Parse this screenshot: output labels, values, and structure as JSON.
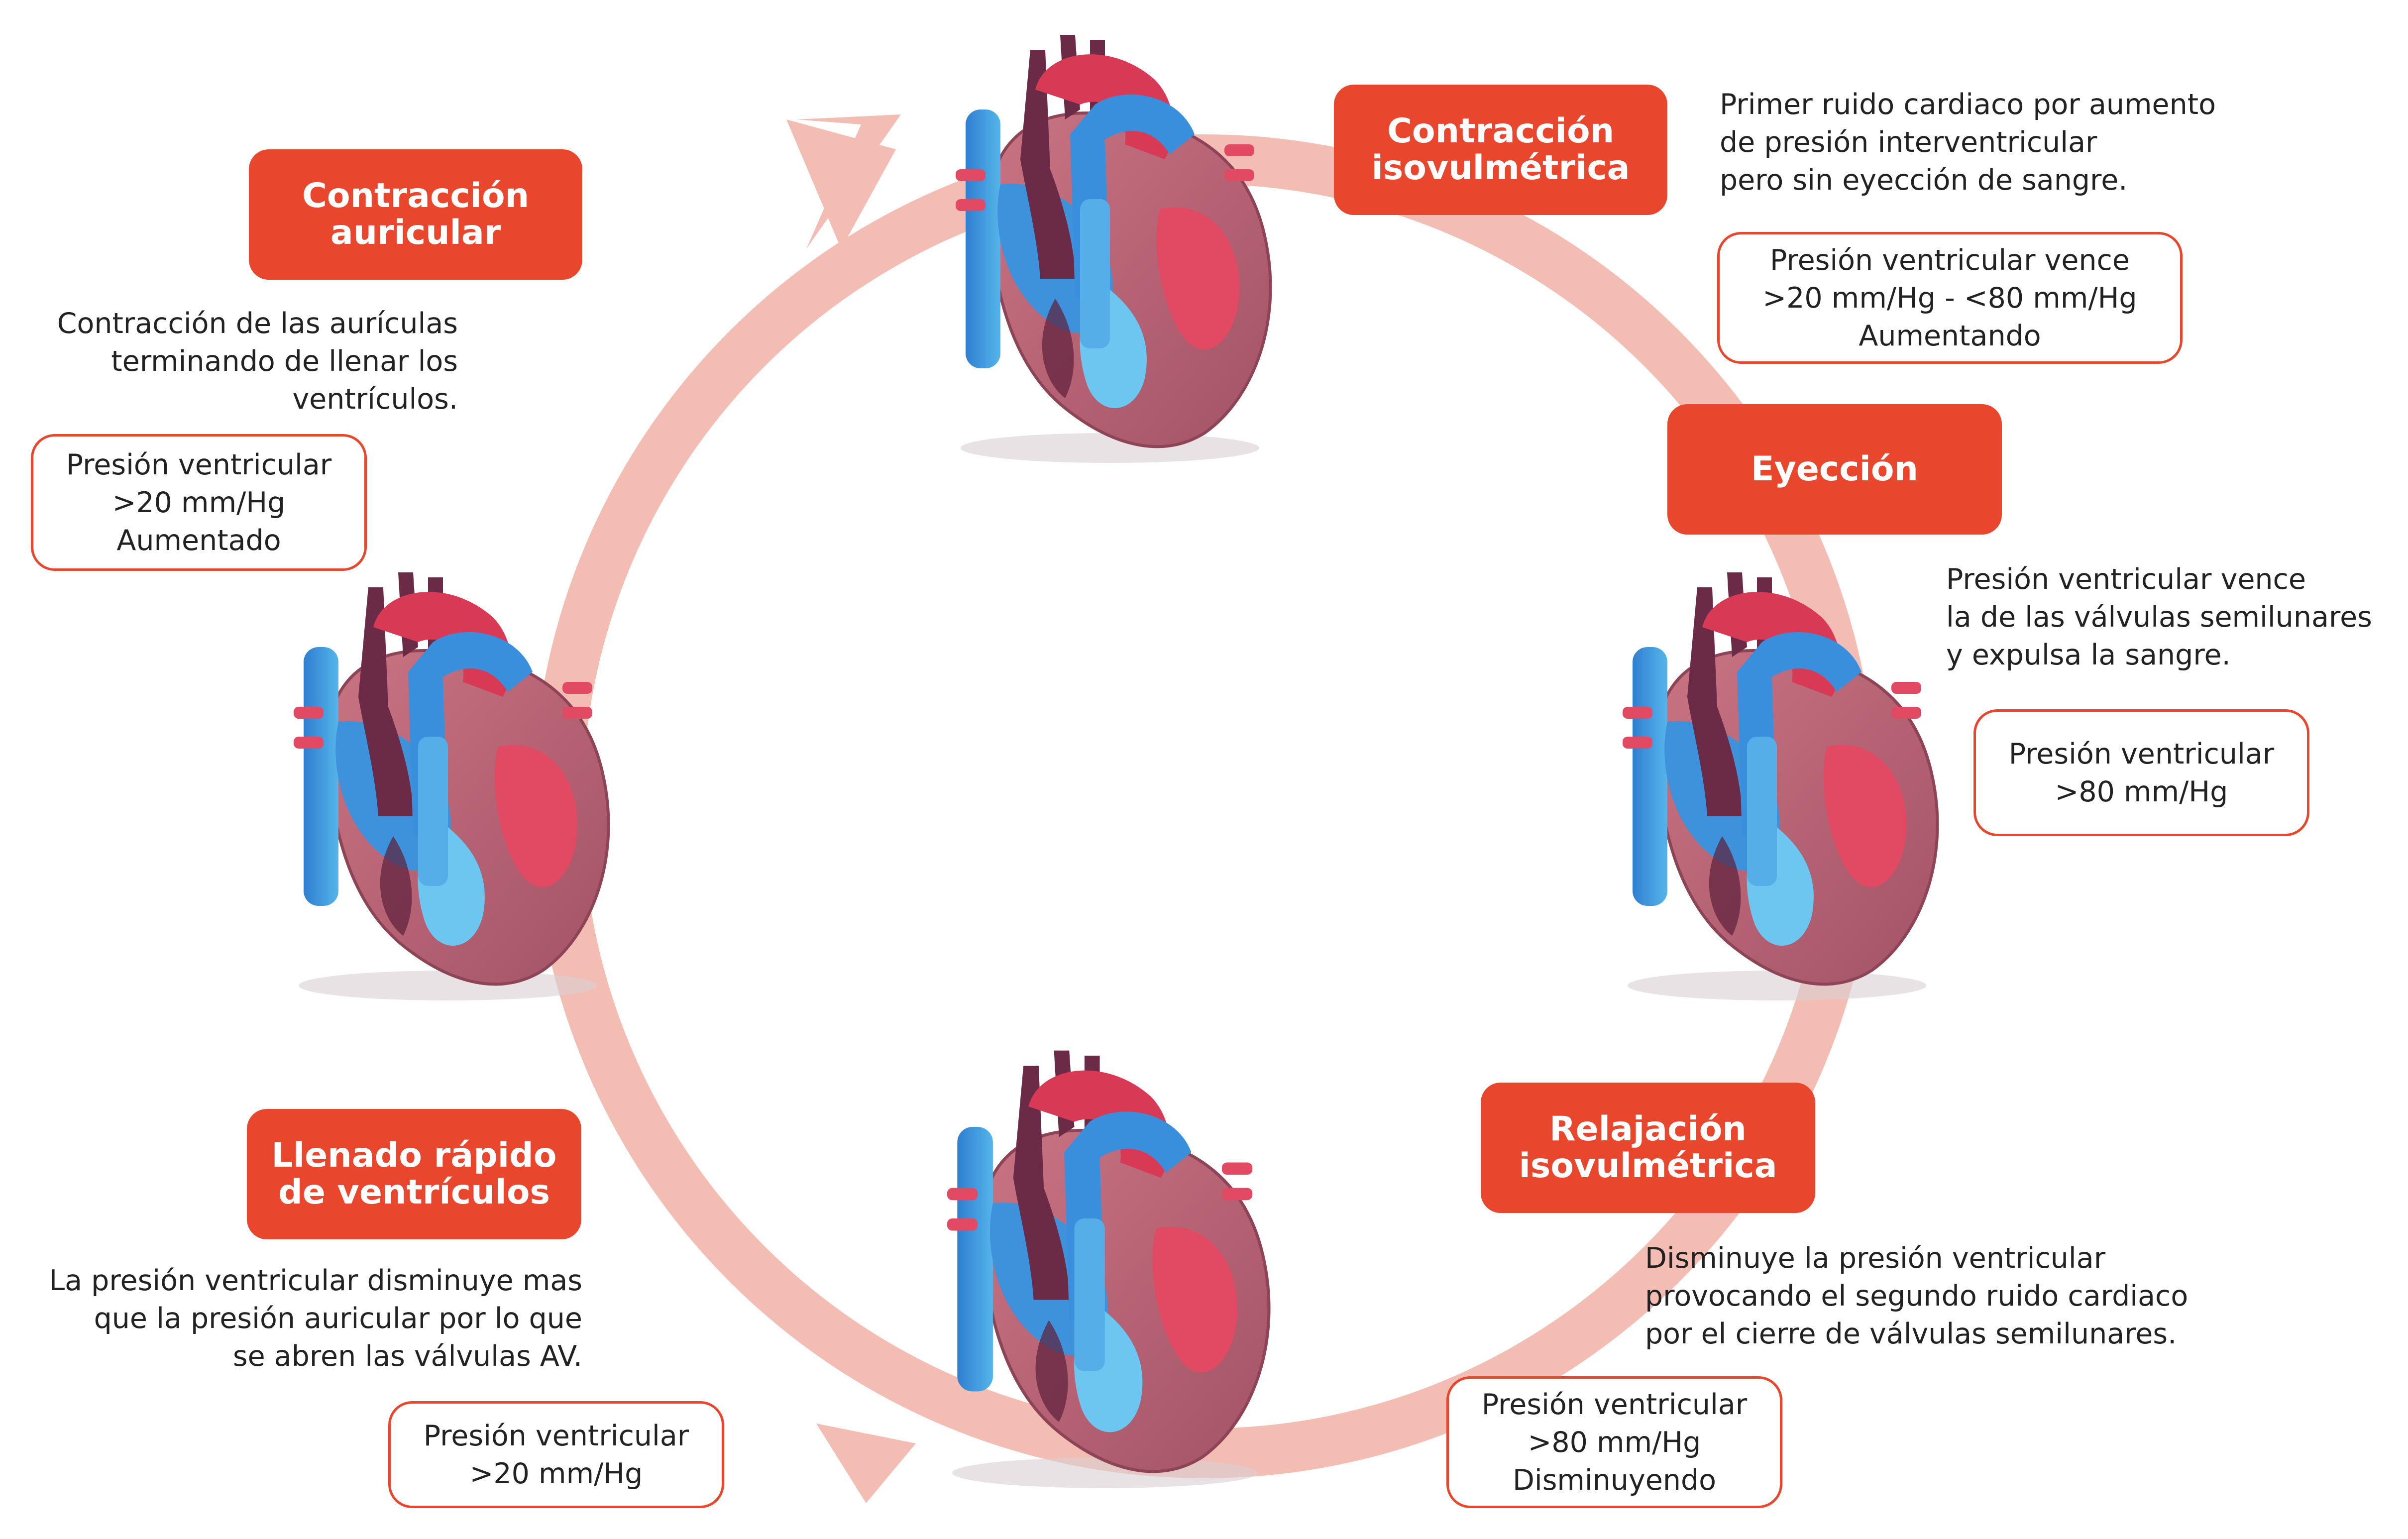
{
  "colors": {
    "accent": "#e8472e",
    "ring": "#f3bdb4",
    "myocardium": "#b86274",
    "aorta": "#6b2a45",
    "vein_blue": "#3a8fdc",
    "light_blue": "#6cc6f0",
    "red_chamber": "#e24a63"
  },
  "stages": [
    {
      "title": [
        "Contracción",
        "auricular"
      ],
      "description": [
        "Contracción de las aurículas",
        "terminando de llenar los",
        "ventrículos."
      ],
      "pressure": [
        "Presión ventricular",
        ">20 mm/Hg",
        "Aumentado"
      ]
    },
    {
      "title": [
        "Contracción",
        "isovulmétrica"
      ],
      "description": [
        "Primer ruido cardiaco por aumento",
        "de presión interventricular",
        "pero sin eyección de sangre."
      ],
      "pressure": [
        "Presión ventricular vence",
        ">20 mm/Hg - <80 mm/Hg",
        "Aumentando"
      ]
    },
    {
      "title": [
        "Eyección"
      ],
      "description": [
        "Presión ventricular vence",
        "la de las válvulas semilunares",
        "y expulsa la sangre."
      ],
      "pressure": [
        "Presión ventricular",
        ">80 mm/Hg"
      ]
    },
    {
      "title": [
        "Relajación",
        "isovulmétrica"
      ],
      "description": [
        "Disminuye la presión ventricular",
        "provocando el segundo ruido cardiaco",
        "por el cierre de válvulas semilunares."
      ],
      "pressure": [
        "Presión ventricular",
        ">80 mm/Hg",
        "Disminuyendo"
      ]
    },
    {
      "title": [
        "Llenado rápido",
        "de ventrículos"
      ],
      "description": [
        "La presión ventricular disminuye mas",
        "que la presión auricular por lo que",
        "se abren las válvulas AV."
      ],
      "pressure": [
        "Presión ventricular",
        ">20 mm/Hg"
      ]
    }
  ]
}
